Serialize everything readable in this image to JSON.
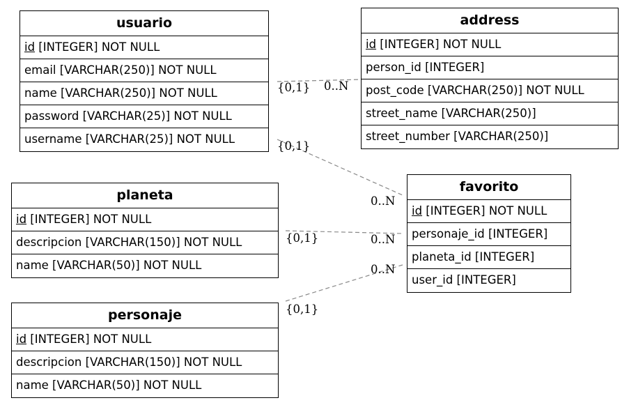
{
  "entities": {
    "usuario": {
      "name": "usuario",
      "fields": [
        {
          "pk": "id",
          "rest": " [INTEGER] NOT NULL"
        },
        {
          "pk": "",
          "rest": "email [VARCHAR(250)] NOT NULL"
        },
        {
          "pk": "",
          "rest": "name [VARCHAR(250)] NOT NULL"
        },
        {
          "pk": "",
          "rest": "password [VARCHAR(25)] NOT NULL"
        },
        {
          "pk": "",
          "rest": "username [VARCHAR(25)] NOT NULL"
        }
      ]
    },
    "address": {
      "name": "address",
      "fields": [
        {
          "pk": "id",
          "rest": " [INTEGER] NOT NULL"
        },
        {
          "pk": "",
          "rest": "person_id [INTEGER]"
        },
        {
          "pk": "",
          "rest": "post_code [VARCHAR(250)] NOT NULL"
        },
        {
          "pk": "",
          "rest": "street_name [VARCHAR(250)]"
        },
        {
          "pk": "",
          "rest": "street_number [VARCHAR(250)]"
        }
      ]
    },
    "planeta": {
      "name": "planeta",
      "fields": [
        {
          "pk": "id",
          "rest": " [INTEGER] NOT NULL"
        },
        {
          "pk": "",
          "rest": "descripcion [VARCHAR(150)] NOT NULL"
        },
        {
          "pk": "",
          "rest": "name [VARCHAR(50)] NOT NULL"
        }
      ]
    },
    "favorito": {
      "name": "favorito",
      "fields": [
        {
          "pk": "id",
          "rest": " [INTEGER] NOT NULL"
        },
        {
          "pk": "",
          "rest": "personaje_id [INTEGER]"
        },
        {
          "pk": "",
          "rest": "planeta_id [INTEGER]"
        },
        {
          "pk": "",
          "rest": "user_id [INTEGER]"
        }
      ]
    },
    "personaje": {
      "name": "personaje",
      "fields": [
        {
          "pk": "id",
          "rest": " [INTEGER] NOT NULL"
        },
        {
          "pk": "",
          "rest": "descripcion [VARCHAR(150)] NOT NULL"
        },
        {
          "pk": "",
          "rest": "name [VARCHAR(50)] NOT NULL"
        }
      ]
    }
  },
  "relationships": [
    {
      "from": "usuario",
      "to": "address",
      "from_card": "{0,1}",
      "to_card": "0..N"
    },
    {
      "from": "usuario",
      "to": "favorito",
      "from_card": "{0,1}",
      "to_card": "0..N"
    },
    {
      "from": "planeta",
      "to": "favorito",
      "from_card": "{0,1}",
      "to_card": "0..N"
    },
    {
      "from": "personaje",
      "to": "favorito",
      "from_card": "{0,1}",
      "to_card": "0..N"
    }
  ],
  "colors": {
    "edge": "#888888",
    "border": "#000000",
    "background": "#ffffff"
  }
}
